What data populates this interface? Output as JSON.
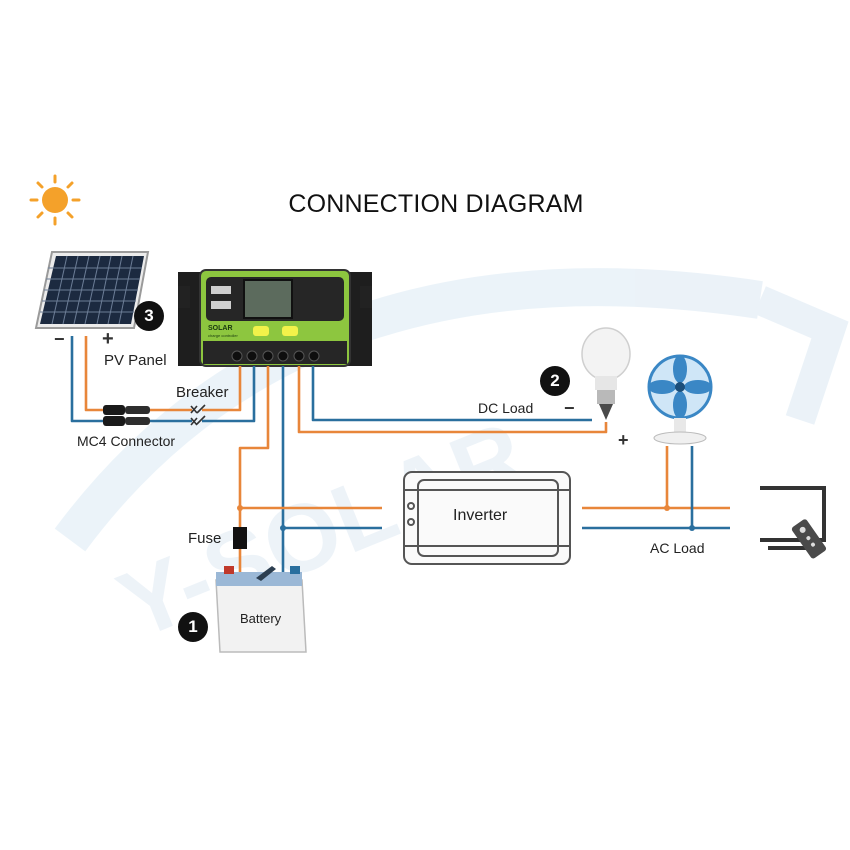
{
  "title": "CONNECTION DIAGRAM",
  "watermark": "Y-SOLAR",
  "controller_brand": "SOLAR",
  "controller_sub": "charge controller",
  "labels": {
    "pv_panel": "PV Panel",
    "breaker": "Breaker",
    "mc4": "MC4 Connector",
    "dc_load": "DC Load",
    "fuse": "Fuse",
    "battery": "Battery",
    "inverter": "Inverter",
    "ac_load": "AC Load"
  },
  "steps": {
    "battery": "1",
    "dc_load": "2",
    "pv": "3"
  },
  "polarity": {
    "minus": "−",
    "plus": "+"
  },
  "colors": {
    "positive_wire": "#e8863a",
    "negative_wire": "#2a6f9e",
    "controller_body": "#8dc63f",
    "controller_frame": "#1a1a1a",
    "sun": "#f4a12a",
    "watermark": "#d6e6f3"
  }
}
